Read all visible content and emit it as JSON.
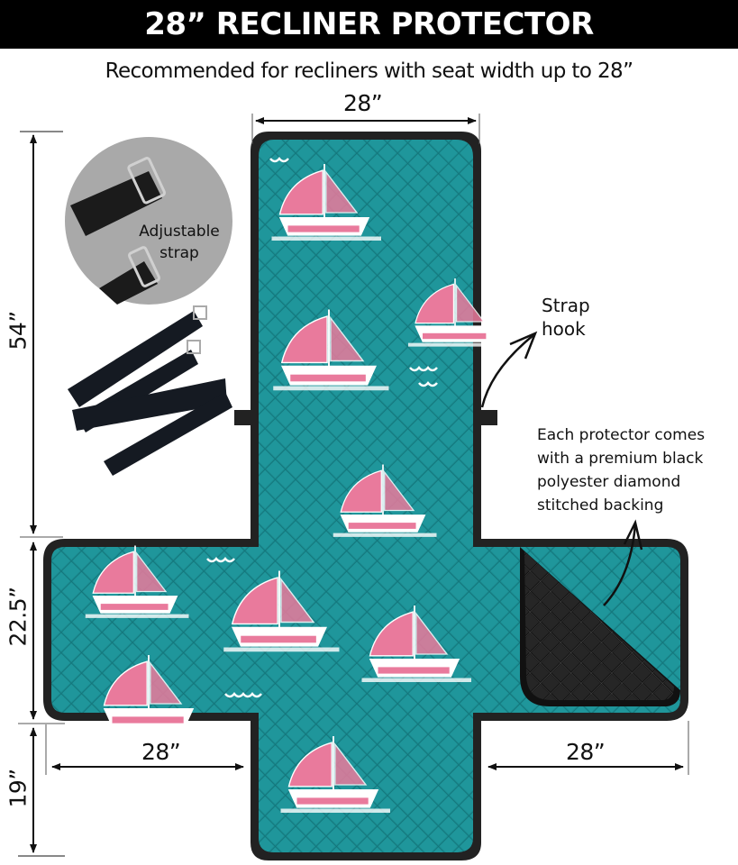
{
  "header": {
    "title": "28” RECLINER PROTECTOR"
  },
  "subtitle": "Recommended for recliners with seat width up to 28”",
  "dimensions": {
    "top_width": "28”",
    "back_height": "54”",
    "seat_height": "22.5”",
    "footrest_height": "19”",
    "left_arm_width": "28”",
    "right_arm_width": "28”"
  },
  "callouts": {
    "adjustable_strap": [
      "Adjustable",
      "strap"
    ],
    "strap_hook": [
      "Strap",
      "hook"
    ],
    "backing": [
      "Each protector comes",
      "with a premium black",
      "polyester diamond",
      "stitched backing"
    ]
  },
  "colors": {
    "teal": "#1a8a8f",
    "teal_dark": "#137378",
    "pink": "#e97a9c",
    "coral": "#e8604a",
    "border": "#222222",
    "backing": "#1c1c1c",
    "header_bg": "#000000",
    "strap_circle": "#a8a8a8"
  },
  "icons": {
    "arrow": "curved-arrow",
    "strap": "strap-image",
    "sailboat": "sailboat-pattern"
  }
}
